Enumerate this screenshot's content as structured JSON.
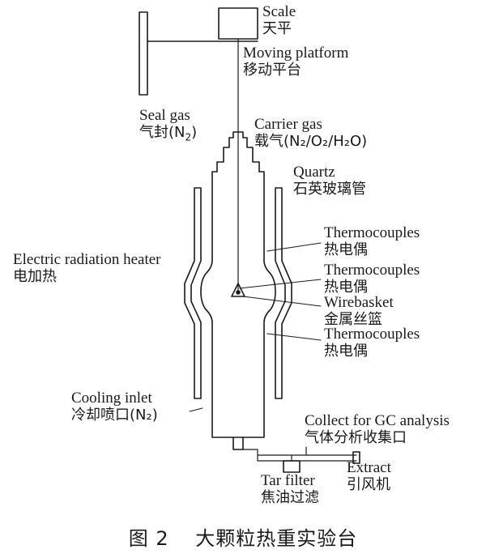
{
  "labels": {
    "scale": {
      "en": "Scale",
      "zh": "天平"
    },
    "moving_platform": {
      "en": "Moving platform",
      "zh": "移动平台"
    },
    "seal_gas": {
      "en": "Seal gas",
      "zh_prefix": "气封(N",
      "sub": "2",
      "zh_suffix": ")"
    },
    "carrier_gas": {
      "en": "Carrier gas",
      "zh": "载气(N₂/O₂/H₂O)"
    },
    "quartz": {
      "en": "Quartz",
      "zh": "石英玻璃管"
    },
    "thermocouples_top": {
      "en": "Thermocouples",
      "zh": "热电偶"
    },
    "heater": {
      "en": "Electric radiation heater",
      "zh": "电加热"
    },
    "thermocouples_mid": {
      "en": "Thermocouples",
      "zh": "热电偶"
    },
    "wirebasket": {
      "en": "Wirebasket",
      "zh": "金属丝篮"
    },
    "thermocouples_bottom": {
      "en": "Thermocouples",
      "zh": "热电偶"
    },
    "cooling_inlet": {
      "en": "Cooling inlet",
      "zh": "冷却喷口(N₂)"
    },
    "collect_gc": {
      "en": "Collect for GC analysis",
      "zh": "气体分析收集口"
    },
    "tar_filter": {
      "en": "Tar filter",
      "zh": "焦油过滤"
    },
    "extract": {
      "en": "Extract",
      "zh": "引风机"
    }
  },
  "caption": {
    "number": "图 2",
    "title": "大颗粒热重实验台"
  }
}
